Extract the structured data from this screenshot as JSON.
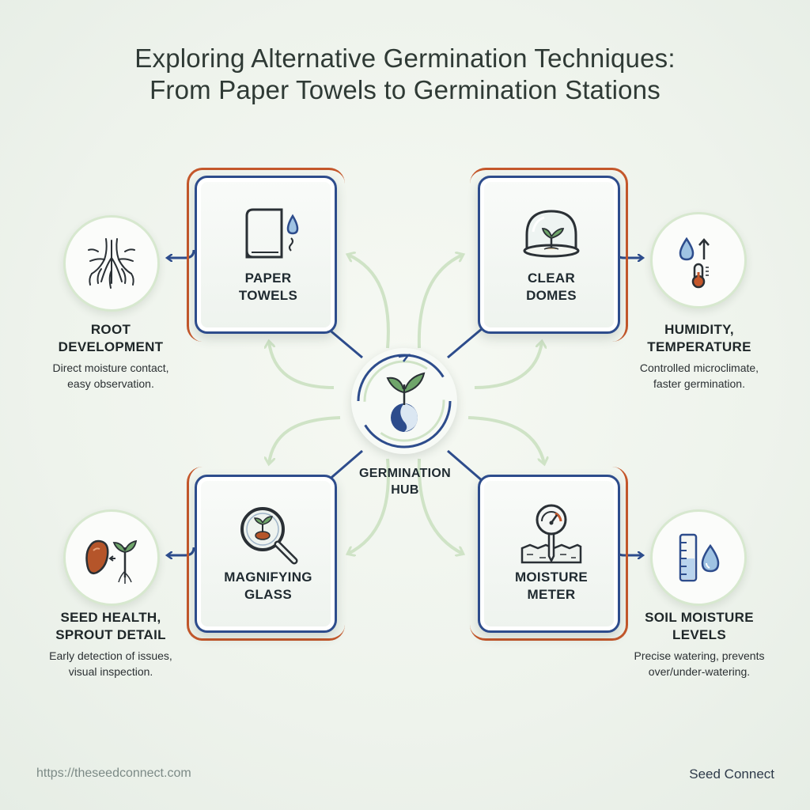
{
  "title": {
    "line1": "Exploring Alternative Germination Techniques:",
    "line2": "From Paper Towels to Germination Stations"
  },
  "hub": {
    "line1": "GERMINATION",
    "line2": "HUB",
    "icon": "seedling-icon"
  },
  "techniques": [
    {
      "line1": "PAPER",
      "line2": "TOWELS",
      "icon": "paper-towel-roll-icon"
    },
    {
      "line1": "CLEAR",
      "line2": "DOMES",
      "icon": "glass-dome-icon"
    },
    {
      "line1": "MAGNIFYING",
      "line2": "GLASS",
      "icon": "magnifying-glass-icon"
    },
    {
      "line1": "MOISTURE",
      "line2": "METER",
      "icon": "moisture-meter-icon"
    }
  ],
  "outcomes": [
    {
      "line1": "ROOT",
      "line2": "DEVELOPMENT",
      "desc1": "Direct moisture contact,",
      "desc2": "easy observation.",
      "icon": "roots-icon"
    },
    {
      "line1": "HUMIDITY,",
      "line2": "TEMPERATURE",
      "desc1": "Controlled microclimate,",
      "desc2": "faster germination.",
      "icon": "humidity-thermometer-icon"
    },
    {
      "line1": "SEED HEALTH,",
      "line2": "SPROUT DETAIL",
      "desc1": "Early detection of issues,",
      "desc2": "visual inspection.",
      "icon": "seed-sprout-icon"
    },
    {
      "line1": "SOIL MOISTURE",
      "line2": "LEVELS",
      "desc1": "Precise watering, prevents",
      "desc2": "over/under-watering.",
      "icon": "water-level-icon"
    }
  ],
  "footer": {
    "url": "https://theseedconnect.com",
    "brand": "Seed Connect"
  },
  "colors": {
    "navy": "#2d4c8c",
    "rust": "#c4572b",
    "light_green": "#cfe3c6",
    "text": "#1f2a30"
  }
}
